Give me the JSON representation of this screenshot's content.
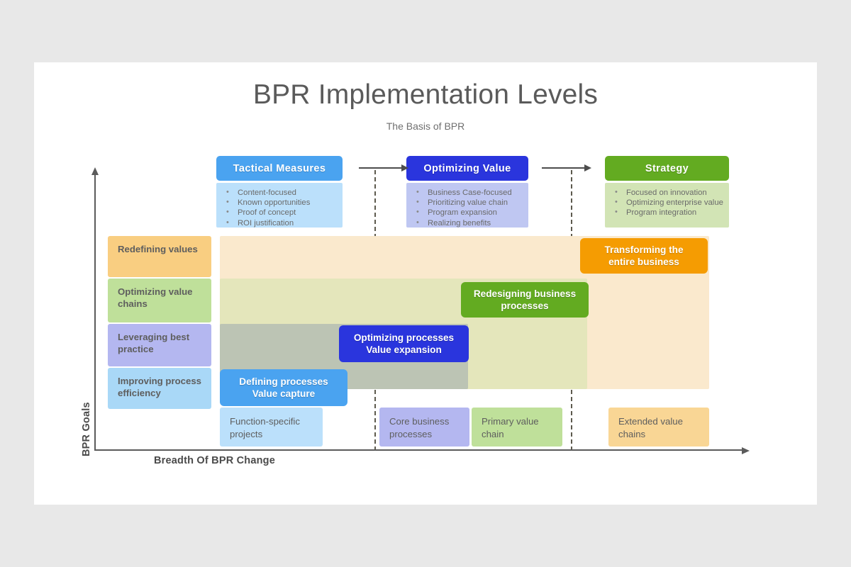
{
  "slide": {
    "title": "BPR Implementation Levels",
    "subtitle": "The Basis of BPR"
  },
  "axes": {
    "y_label": "BPR Goals",
    "x_label": "Breadth Of BPR Change"
  },
  "stages": [
    {
      "name": "tactical-measures",
      "header": "Tactical Measures",
      "header_color": "#4aa3f0",
      "body_color": "#bbe0fb",
      "bullets": [
        "Content-focused",
        "Known opportunities",
        "Proof of concept",
        "ROI justification"
      ]
    },
    {
      "name": "optimizing-value",
      "header": "Optimizing  Value",
      "header_color": "#2a35dd",
      "body_color": "#bfc7f2",
      "bullets": [
        "Business Case-focused",
        "Prioritizing value chain",
        "Program expansion",
        "Realizing benefits"
      ]
    },
    {
      "name": "strategy",
      "header": "Strategy",
      "header_color": "#63ab21",
      "body_color": "#d2e4b5",
      "bullets": [
        "Focused on innovation",
        "Optimizing enterprise value",
        "Program integration"
      ]
    }
  ],
  "goals": [
    {
      "name": "redefining-values",
      "label": "Redefining values",
      "color": "#f9ce81"
    },
    {
      "name": "optimizing-value-chains",
      "label": "Optimizing  value chains",
      "color": "#bfe09a"
    },
    {
      "name": "leveraging-best-practice",
      "label": "Leveraging  best practice",
      "color": "#b4b7f0"
    },
    {
      "name": "improving-process-efficiency",
      "label": "Improving  process efficiency",
      "color": "#a9d8f7"
    }
  ],
  "bands": [
    {
      "name": "redefining-values-band",
      "color": "#fae9cd"
    },
    {
      "name": "optimizing-value-chains-band",
      "color": "#e4e6bb"
    },
    {
      "name": "leveraging-best-practice-band",
      "color": "#bcc4b4"
    }
  ],
  "callouts": [
    {
      "name": "defining-processes",
      "line1": "Defining  processes",
      "line2": "Value capture",
      "color": "#4aa3f0"
    },
    {
      "name": "optimizing-processes",
      "line1": "Optimizing  processes",
      "line2": "Value expansion",
      "color": "#2a35dd"
    },
    {
      "name": "redesigning-business-processes",
      "line1": "Redesigning  business",
      "line2": "processes",
      "color": "#63ab21"
    },
    {
      "name": "transforming-entire-business",
      "line1": "Transforming  the",
      "line2": "entire business",
      "color": "#f59c02"
    }
  ],
  "breadth": [
    {
      "name": "function-specific-projects",
      "label": "Function-specific projects",
      "color": "#bbe0fb"
    },
    {
      "name": "core-business-processes",
      "label": "Core business processes",
      "color": "#b4b7f0"
    },
    {
      "name": "primary-value-chain",
      "label": "Primary value chain",
      "color": "#bfe09a"
    },
    {
      "name": "extended-value-chains",
      "label": "Extended  value chains",
      "color": "#f9d695"
    }
  ]
}
